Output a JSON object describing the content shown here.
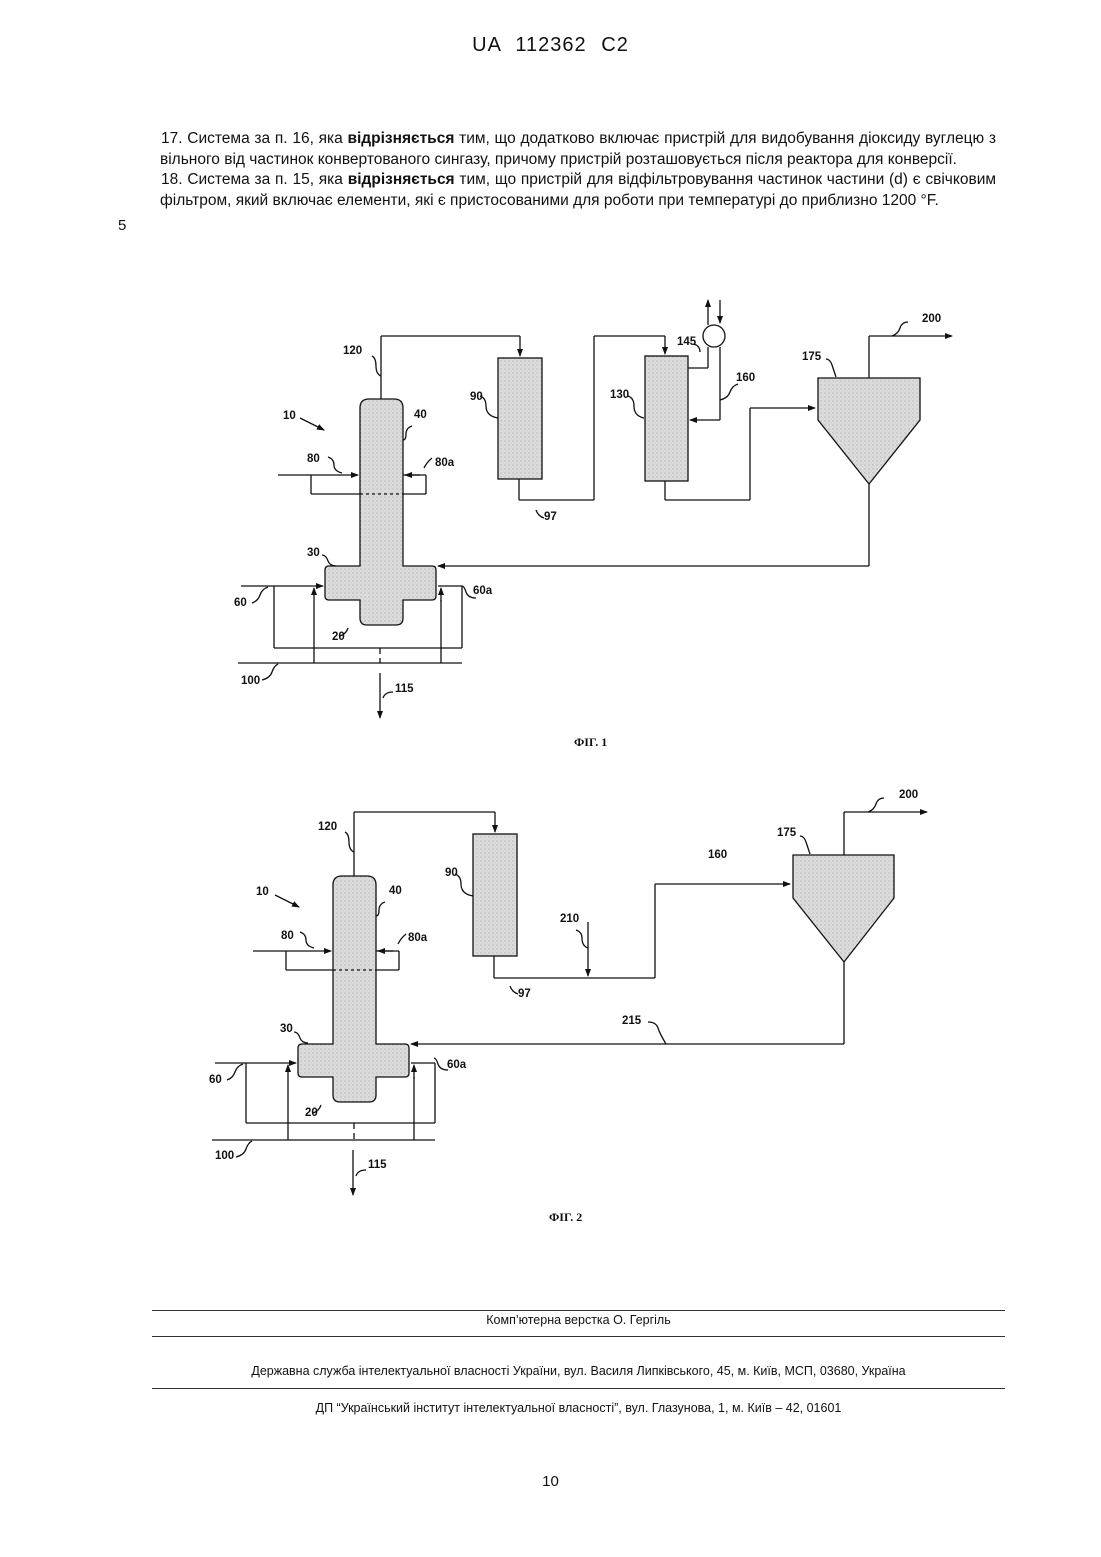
{
  "header": {
    "patent": "UA",
    "number": "112362",
    "kind": "C2"
  },
  "line_marker": "5",
  "claims": [
    {
      "pre": "17. Система за п. 16, яка ",
      "bold": "відрізняється",
      "post": " тим, що додатково включає пристрій для видобування діоксиду вуглецю з вільного від частинок конвертованого сингазу, причому пристрій розташовується після реактора для конверсії."
    },
    {
      "pre": "18. Система за п. 15, яка ",
      "bold": "відрізняється",
      "post": " тим, що пристрій для відфільтровування частинок частини (d) є свічковим фільтром, який включає елементи, які є пристосованими для роботи при температурі до приблизно 1200 °F."
    }
  ],
  "fig1": {
    "caption": "ФІГ. 1",
    "labels": {
      "l10": "10",
      "l20": "20",
      "l30": "30",
      "l40": "40",
      "l60": "60",
      "l60a": "60a",
      "l80": "80",
      "l80a": "80a",
      "l90": "90",
      "l97": "97",
      "l100": "100",
      "l115": "115",
      "l120": "120",
      "l130": "130",
      "l145": "145",
      "l160": "160",
      "l175": "175",
      "l200": "200"
    }
  },
  "fig2": {
    "caption": "ФІГ. 2",
    "labels": {
      "l10": "10",
      "l20": "20",
      "l30": "30",
      "l40": "40",
      "l60": "60",
      "l60a": "60a",
      "l80": "80",
      "l80a": "80a",
      "l90": "90",
      "l97": "97",
      "l100": "100",
      "l115": "115",
      "l120": "120",
      "l160": "160",
      "l175": "175",
      "l200": "200",
      "l210": "210",
      "l215": "215"
    }
  },
  "footer": {
    "typesetting": "Комп’ютерна верстка О. Гергіль",
    "agency": "Державна служба інтелектуальної власності України, вул. Василя Липківського, 45, м. Київ, МСП, 03680, Україна",
    "institute": "ДП “Український інститут інтелектуальної власності”, вул. Глазунова, 1, м. Київ – 42, 01601"
  },
  "page_number": "10"
}
